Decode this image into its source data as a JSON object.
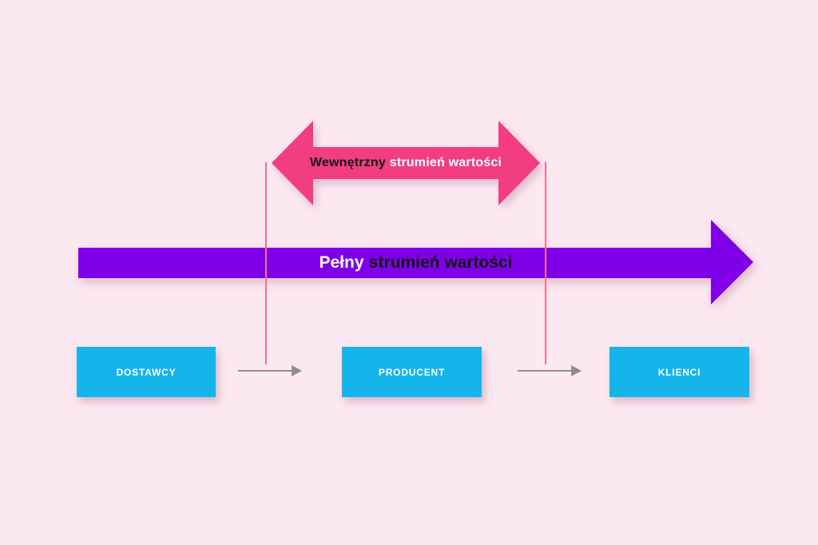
{
  "background": "#fce8f1",
  "internal_stream": {
    "arrow_color": "#f23e7e",
    "label_prefix": "Wewnętrzny",
    "label_suffix": "strumień wartości",
    "prefix_color": "#141414",
    "suffix_color": "#ffffff"
  },
  "full_stream": {
    "arrow_color": "#7f00e8",
    "label_prefix": "Pełny",
    "label_suffix": "strumień wartości",
    "prefix_color": "#ffffff",
    "suffix_color": "#141414"
  },
  "nodes": [
    {
      "label": "DOSTAWCY"
    },
    {
      "label": "PRODUCENT"
    },
    {
      "label": "KLIENCI"
    }
  ],
  "node_fill": "#14b5ea",
  "connector_color": "#8e8e8e",
  "boundary_line_color": "#f76f88"
}
